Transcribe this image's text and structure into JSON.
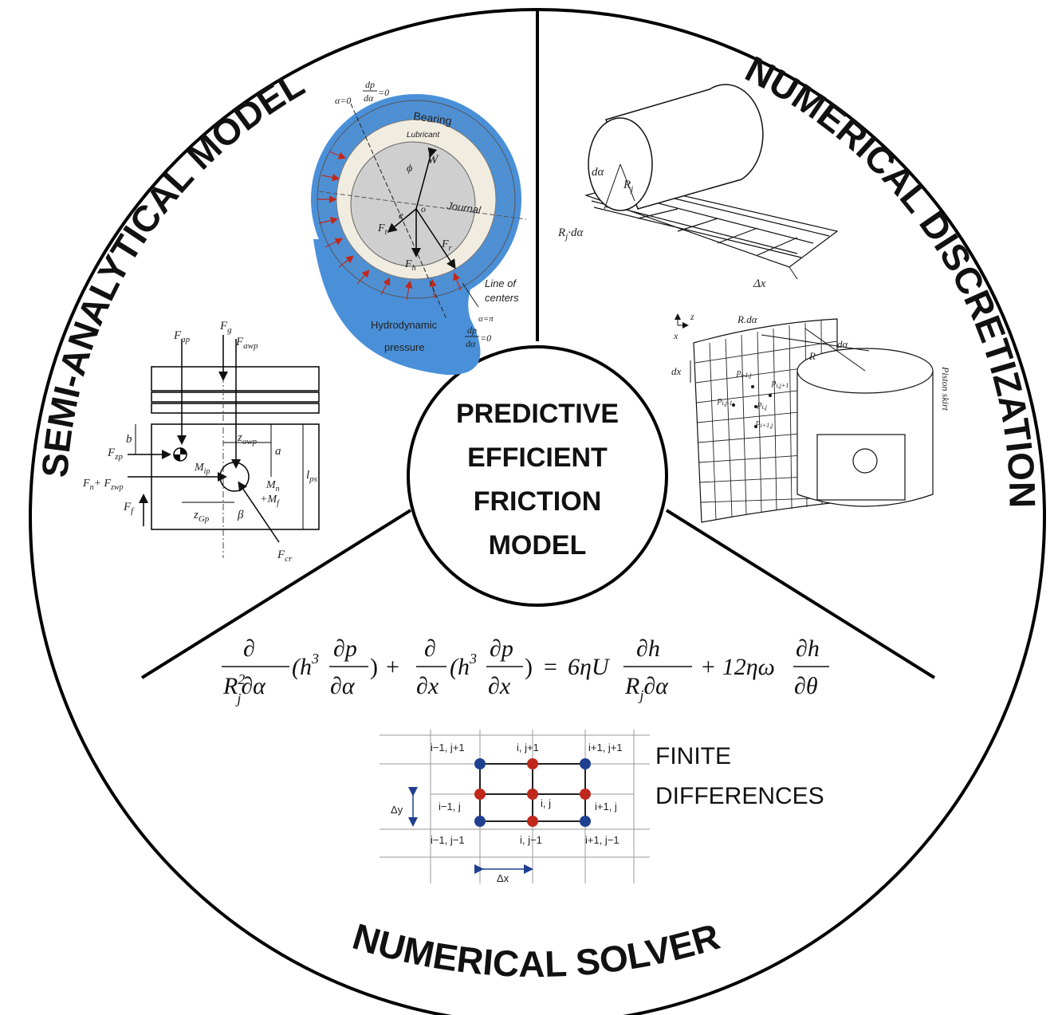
{
  "center": {
    "lines": [
      "PREDICTIVE",
      "EFFICIENT",
      "FRICTION",
      "MODEL"
    ]
  },
  "sectors": {
    "semi_analytical": "SEMI-ANALYTICAL MODEL",
    "numerical_discretization": "NUMERICAL DISCRETIZATION",
    "numerical_solver": "NUMERICAL SOLVER"
  },
  "bearing": {
    "alpha0": "α=0",
    "dp_top": "dp",
    "dalpha_top": "dα",
    "eq0_top": "=0",
    "bearing": "Bearing",
    "lubricant": "Lubricant",
    "journal": "Journal",
    "W": "W",
    "phi": "ϕ",
    "o": "o",
    "e": "e",
    "Ft": "F",
    "Ft_sub": "t",
    "Fr": "F",
    "Fr_sub": "r",
    "Fh": "F",
    "Fh_sub": "h",
    "line_of": "Line of",
    "centers": "centers",
    "alpha_pi": "α=π",
    "dp_bot": "dp",
    "dalpha_bot": "dα",
    "eq0_bot": "=0",
    "hydro1": "Hydrodynamic",
    "hydro2": "pressure"
  },
  "piston": {
    "Fg": "F",
    "Fg_sub": "g",
    "Fap": "F",
    "Fap_sub": "ap",
    "Fawp": "F",
    "Fawp_sub": "awp",
    "b": "b",
    "zowp": "z",
    "zowp_sub": "owp",
    "a": "a",
    "Fzp": "F",
    "Fzp_sub": "zp",
    "Mip": "M",
    "Mip_sub": "ip",
    "lps": "l",
    "lps_sub": "ps",
    "Fn_Fzwp": "F",
    "Fn_sub": "n",
    "plus_Fzwp": "+ F",
    "Fzwp_sub": "zwp",
    "Mn": "M",
    "Mn_sub": "n",
    "Mf": "+M",
    "Mf_sub": "f",
    "Ff": "F",
    "Ff_sub": "f",
    "zGp": "z",
    "zGp_sub": "Gp",
    "beta": "β",
    "Fcr": "F",
    "Fcr_sub": "cr"
  },
  "cylinder": {
    "dalpha": "dα",
    "Rj": "R",
    "Rj_sub": "j",
    "Rjdalpha": "R",
    "Rjdalpha_sub": "j",
    "Rjdalpha_rest": "·dα",
    "dx": "Δx"
  },
  "skirt": {
    "z": "z",
    "x": "x",
    "Rdalpha": "R.dα",
    "dalpha": "dα",
    "R": "R",
    "dx": "dx",
    "piston_skirt": "Piston skirt",
    "p_i1j": "p",
    "p_i1j_sub": "i-1,j",
    "p_ij1": "p",
    "p_ij1_sub": "i,j+1",
    "p_ij": "p",
    "p_ij_sub": "i,j",
    "p_ijm1": "p",
    "p_ijm1_sub": "i,j-1",
    "p_ip1j": "p",
    "p_ip1j_sub": "i+1,j"
  },
  "equation": {
    "partial": "∂",
    "R": "R",
    "R_sup": "2",
    "R_sub": "j",
    "dalpha": "∂α",
    "h3": "(h",
    "three": "3",
    "dp": "∂p",
    "close": ")",
    "plus": "+",
    "dx": "∂x",
    "equals": "=",
    "six_eta_u": "6ηU",
    "dh": "∂h",
    "Rj": "R",
    "Rj_sub": "j",
    "twelve": "+ 12ηω",
    "dtheta": "∂θ"
  },
  "grid": {
    "labels": {
      "tl": "i−1, j+1",
      "tc": "i, j+1",
      "tr": "i+1, j+1",
      "ml": "i−1, j",
      "mc": "i, j",
      "mr": "i+1, j",
      "bl": "i−1, j−1",
      "bc": "i, j−1",
      "br": "i+1, j−1"
    },
    "dy": "Δy",
    "dx": "Δx",
    "finite": "FINITE",
    "differences": "DIFFERENCES",
    "colors": {
      "blue": "#1f3f8f",
      "red": "#c0281c"
    }
  }
}
